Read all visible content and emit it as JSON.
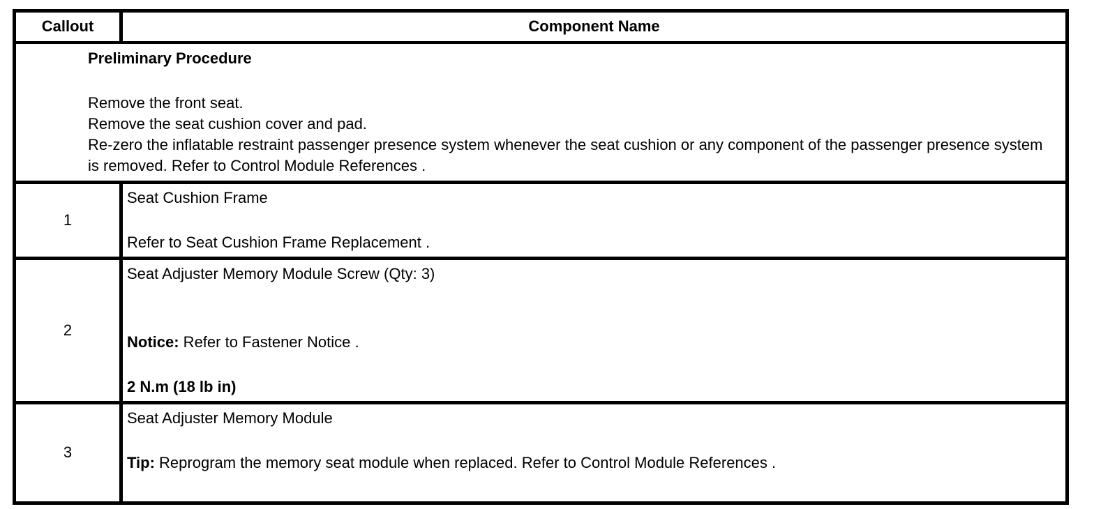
{
  "table": {
    "header": {
      "callout_label": "Callout",
      "component_label": "Component Name"
    },
    "preliminary": {
      "title": "Preliminary Procedure",
      "lines": [
        "Remove the front seat.",
        "Remove the seat cushion cover and pad.",
        "Re-zero the inflatable restraint passenger presence system whenever the seat cushion or any component of the passenger presence system is removed. Refer to Control Module References ."
      ]
    },
    "rows": [
      {
        "callout": "1",
        "lines": [
          {
            "text": "Seat Cushion Frame",
            "bold": false,
            "blanks": 0
          },
          {
            "text": "Refer to Seat Cushion Frame Replacement .",
            "bold": false,
            "blanks": 1
          }
        ]
      },
      {
        "callout": "2",
        "lines": [
          {
            "text": "Seat Adjuster Memory Module Screw (Qty: 3)",
            "bold": false,
            "blanks": 0
          },
          {
            "lead": "Notice:",
            "text": " Refer to Fastener Notice .",
            "bold": false,
            "blanks": 2
          },
          {
            "text": "2 N.m (18 lb in)",
            "bold": true,
            "blanks": 1
          }
        ]
      },
      {
        "callout": "3",
        "lines": [
          {
            "text": "Seat Adjuster Memory Module",
            "bold": false,
            "blanks": 0
          },
          {
            "lead": "Tip:",
            "text": " Reprogram the memory seat module when replaced. Refer to Control Module References .",
            "bold": false,
            "blanks": 1
          }
        ]
      }
    ]
  }
}
